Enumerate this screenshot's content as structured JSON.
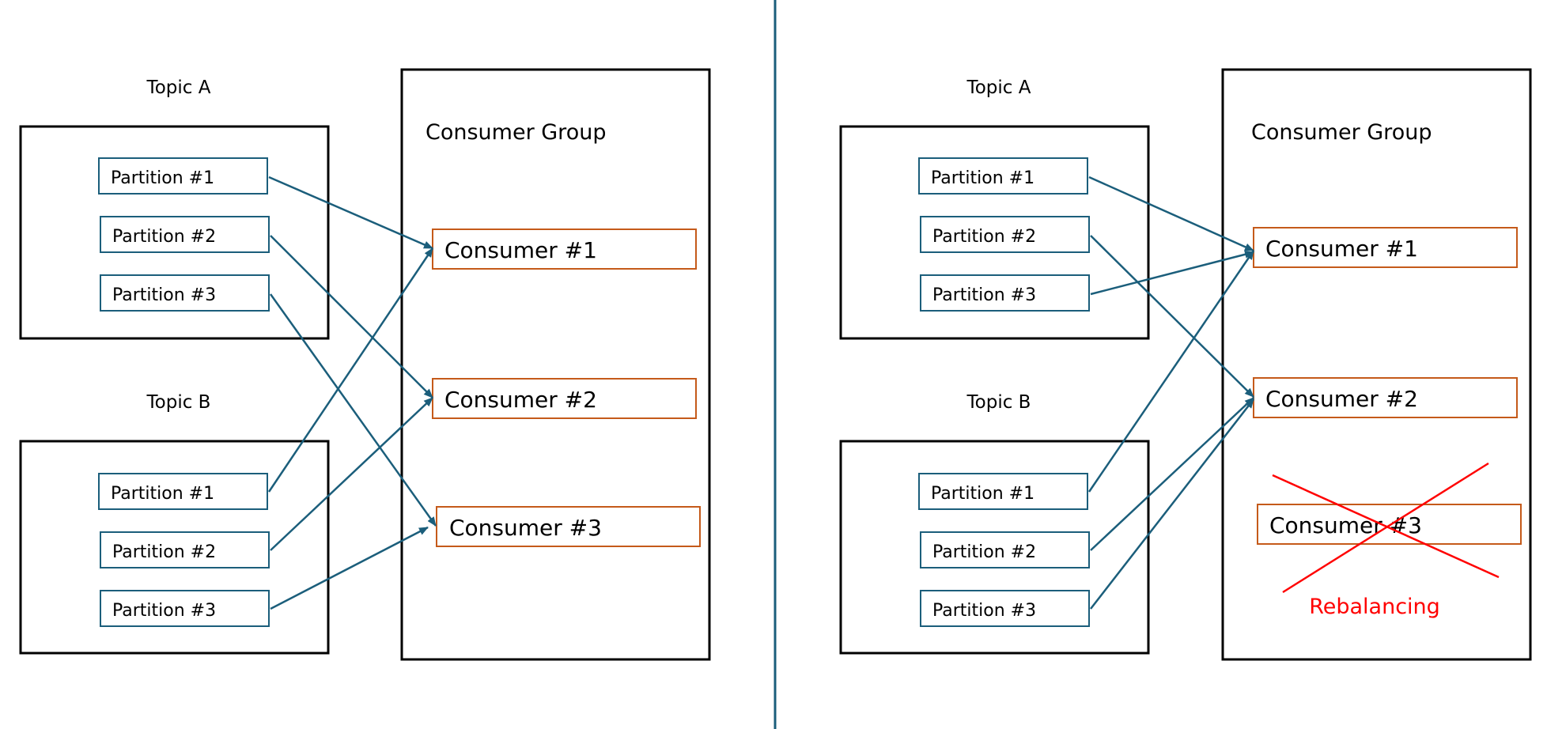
{
  "colors": {
    "partition_border": "#1b5e7b",
    "consumer_border": "#c55a1a",
    "arrow": "#1b5e7b",
    "divider": "#1b5e7b",
    "box_border": "#000000",
    "cross": "#ff0000",
    "rebalancing_text": "#ff0000"
  },
  "left": {
    "topic_a": {
      "title": "Topic A",
      "partitions": [
        "Partition #1",
        "Partition #2",
        "Partition #3"
      ]
    },
    "topic_b": {
      "title": "Topic B",
      "partitions": [
        "Partition #1",
        "Partition #2",
        "Partition #3"
      ]
    },
    "consumer_group": {
      "title": "Consumer Group",
      "consumers": [
        "Consumer #1",
        "Consumer #2",
        "Consumer #3"
      ]
    },
    "assignments": [
      {
        "from": "Topic A Partition #1",
        "to": "Consumer #1"
      },
      {
        "from": "Topic A Partition #2",
        "to": "Consumer #2"
      },
      {
        "from": "Topic A Partition #3",
        "to": "Consumer #3"
      },
      {
        "from": "Topic B Partition #1",
        "to": "Consumer #1"
      },
      {
        "from": "Topic B Partition #2",
        "to": "Consumer #2"
      },
      {
        "from": "Topic B Partition #3",
        "to": "Consumer #3"
      }
    ]
  },
  "right": {
    "topic_a": {
      "title": "Topic A",
      "partitions": [
        "Partition #1",
        "Partition #2",
        "Partition #3"
      ]
    },
    "topic_b": {
      "title": "Topic B",
      "partitions": [
        "Partition #1",
        "Partition #2",
        "Partition #3"
      ]
    },
    "consumer_group": {
      "title": "Consumer Group",
      "consumers": [
        "Consumer #1",
        "Consumer #2",
        "Consumer #3"
      ],
      "removed_consumer": "Consumer #3",
      "status_label": "Rebalancing"
    },
    "assignments": [
      {
        "from": "Topic A Partition #1",
        "to": "Consumer #1"
      },
      {
        "from": "Topic A Partition #2",
        "to": "Consumer #2"
      },
      {
        "from": "Topic A Partition #3",
        "to": "Consumer #1"
      },
      {
        "from": "Topic B Partition #1",
        "to": "Consumer #1"
      },
      {
        "from": "Topic B Partition #2",
        "to": "Consumer #2"
      },
      {
        "from": "Topic B Partition #3",
        "to": "Consumer #2"
      }
    ]
  }
}
